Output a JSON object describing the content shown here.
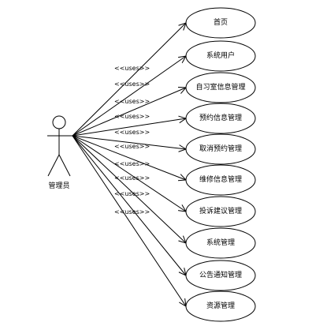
{
  "actor": {
    "label": "管理员"
  },
  "stereotype": "<<uses>>",
  "use_cases": [
    {
      "label": "首页"
    },
    {
      "label": "系统用户"
    },
    {
      "label": "自习室信息管理"
    },
    {
      "label": "预约信息管理"
    },
    {
      "label": "取消预约管理"
    },
    {
      "label": "维修信息管理"
    },
    {
      "label": "投诉建议管理"
    },
    {
      "label": "系统管理"
    },
    {
      "label": "公告通知管理"
    },
    {
      "label": "资源管理"
    }
  ]
}
